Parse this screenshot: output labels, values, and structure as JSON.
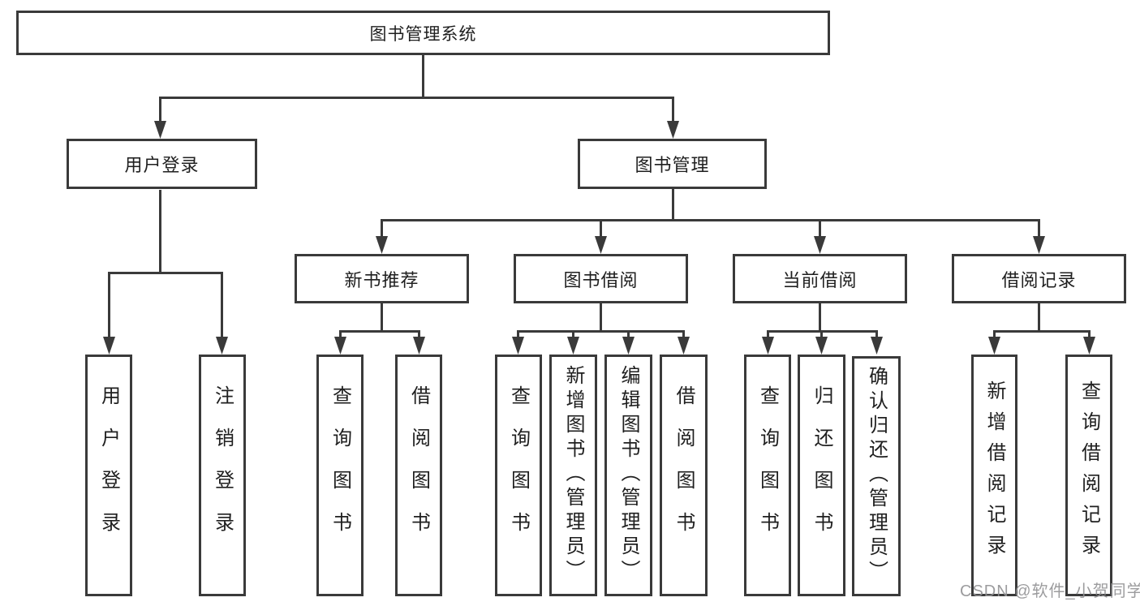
{
  "diagram": {
    "title": "图书管理系统",
    "branches": [
      {
        "label": "用户登录",
        "children": [
          {
            "label": "用户登录"
          },
          {
            "label": "注销登录"
          }
        ]
      },
      {
        "label": "图书管理",
        "children": [
          {
            "label": "新书推荐",
            "children": [
              {
                "label": "查询图书"
              },
              {
                "label": "借阅图书"
              }
            ]
          },
          {
            "label": "图书借阅",
            "children": [
              {
                "label": "查询图书"
              },
              {
                "label": "新增图书（管理员）"
              },
              {
                "label": "编辑图书（管理员）"
              },
              {
                "label": "借阅图书"
              }
            ]
          },
          {
            "label": "当前借阅",
            "children": [
              {
                "label": "查询图书"
              },
              {
                "label": "归还图书"
              },
              {
                "label": "确认归还（管理员）"
              }
            ]
          },
          {
            "label": "借阅记录",
            "children": [
              {
                "label": "新增借阅记录"
              },
              {
                "label": "查询借阅记录"
              }
            ]
          }
        ]
      }
    ]
  },
  "watermark": "CSDN @软件_小贺同学",
  "colors": {
    "line": "#3a3a3a",
    "text": "#1f1f1f",
    "background": "#ffffff",
    "watermark_text": "#919194"
  }
}
